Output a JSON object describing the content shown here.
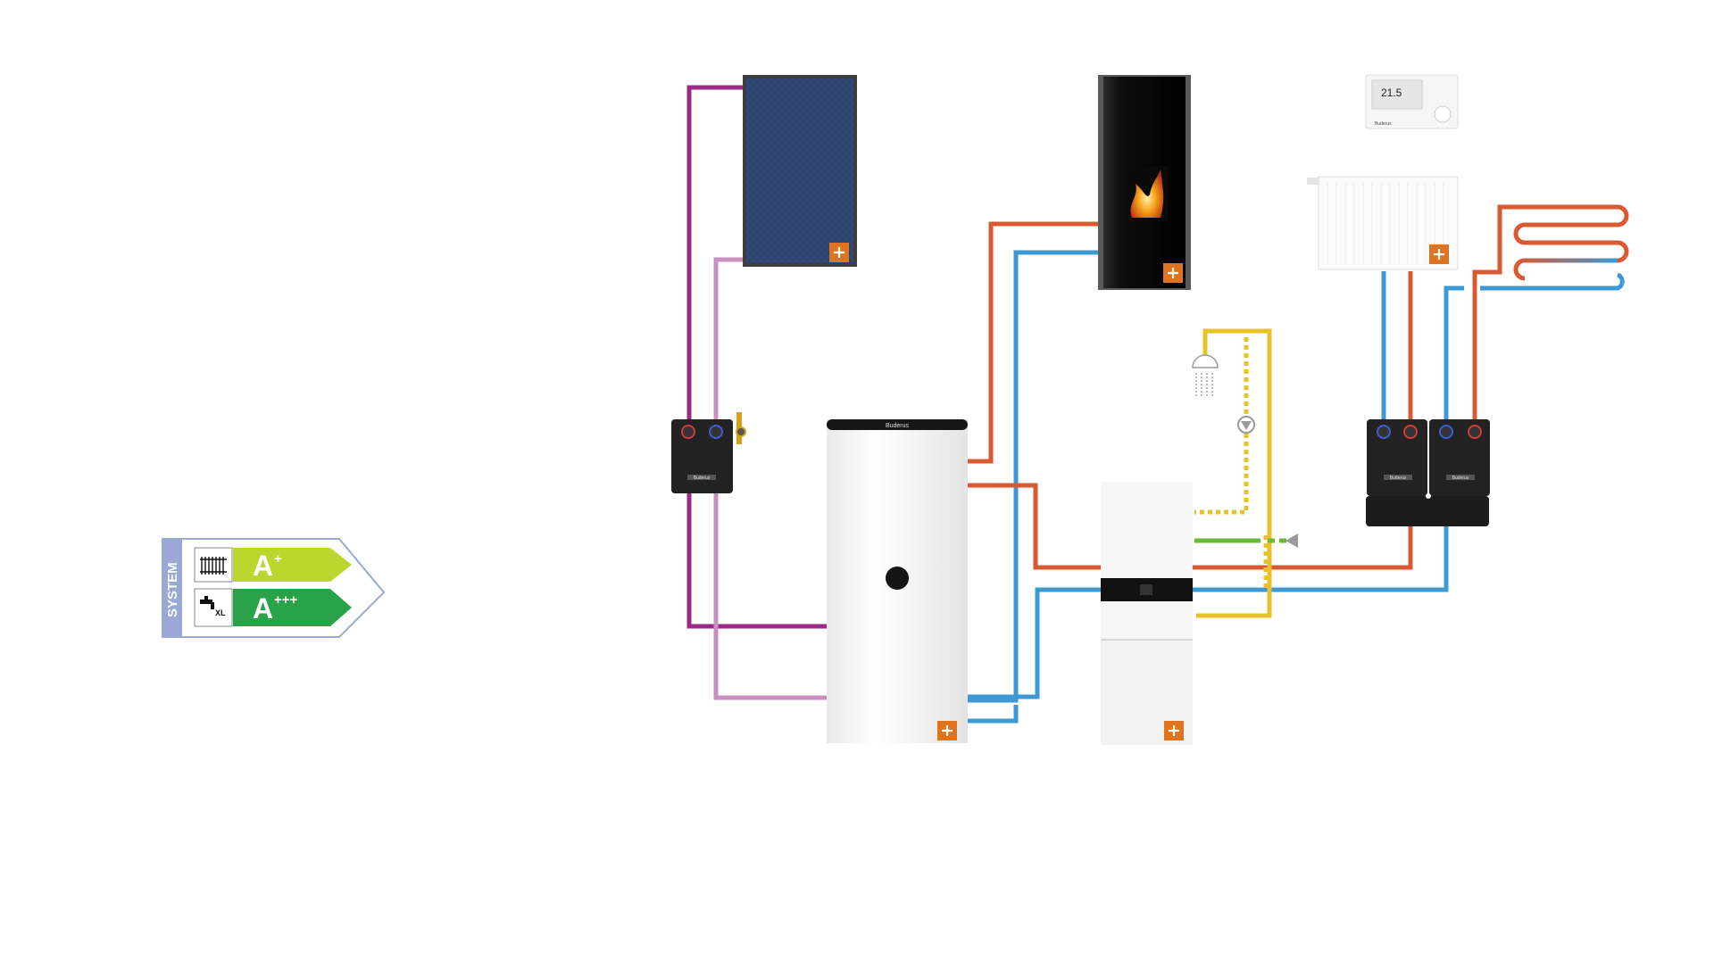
{
  "energy_label": {
    "system_text": "SYSTEM",
    "heating_class": {
      "letter": "A",
      "sup": "+"
    },
    "water_class": {
      "letter": "A",
      "sup": "+++"
    },
    "water_size_text": "XL",
    "colors": {
      "system_band": "#9aa8d6",
      "heating_arrow": "#bcd630",
      "water_arrow": "#2aa24a",
      "outline": "#9aa8d6"
    }
  },
  "brand_text": "Buderus",
  "thermostat": {
    "display_text": "21.5"
  },
  "icons": {
    "expand": "plus-icon",
    "heating": "radiator-icon",
    "hot_water": "tap-icon",
    "shower": "shower-icon",
    "pump": "circulation-pump-icon",
    "flow_direction": "arrow-left-icon"
  },
  "colors": {
    "solar_flow": "#9a2a86",
    "solar_return": "#c98fc0",
    "heating_flow": "#d85a30",
    "heating_return": "#3d98d3",
    "hot_water": "#e8c22a",
    "cold_water": "#6cb83a",
    "accent_button": "#e0731d"
  }
}
